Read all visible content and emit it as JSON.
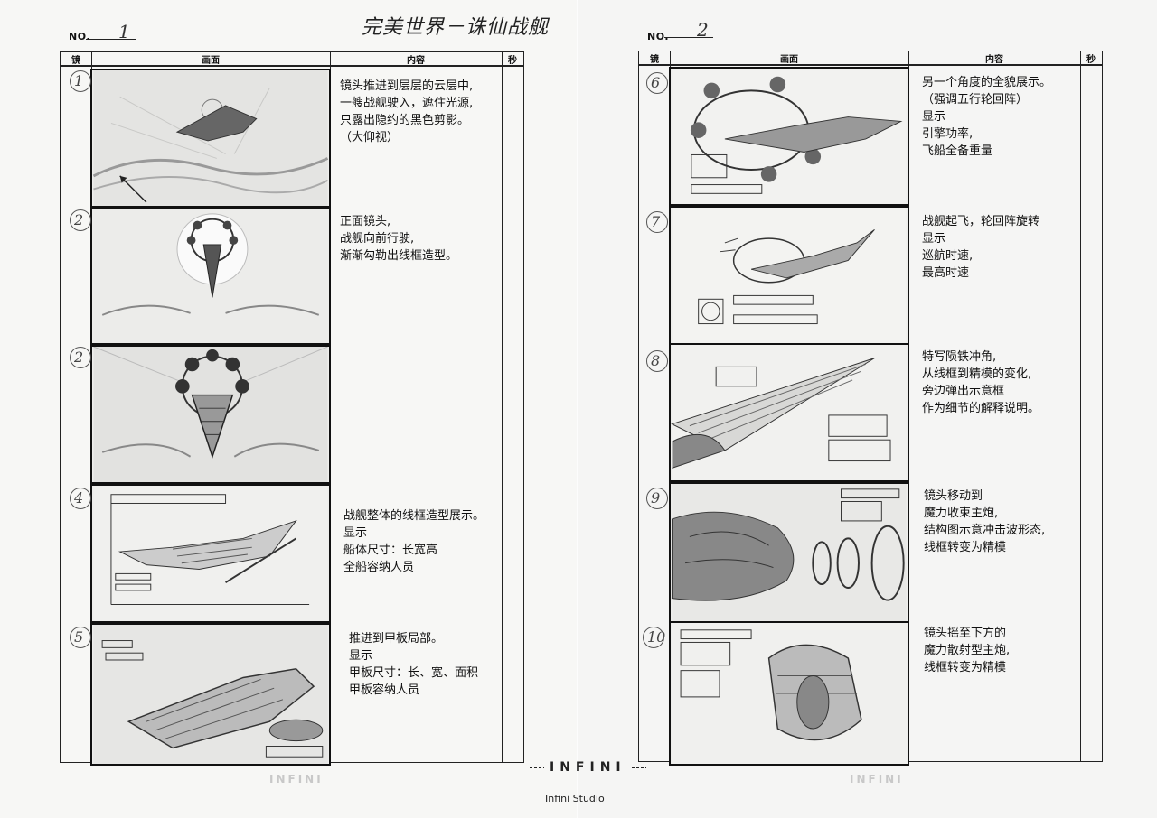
{
  "left_page": {
    "no_label": "NO.",
    "no_value": "1",
    "title": "完美世界－诛仙战舰",
    "headers": {
      "shot": "镜",
      "image": "画面",
      "content": "内容",
      "seconds": "秒"
    },
    "shots": [
      {
        "num": "1",
        "lines": [
          "镜头推进到层层的云层中,",
          "一艘战舰驶入，遮住光源,",
          "只露出隐约的黑色剪影。",
          "（大仰视）"
        ]
      },
      {
        "num": "2",
        "lines": [
          "正面镜头,",
          "战舰向前行驶,",
          "渐渐勾勒出线框造型。"
        ]
      },
      {
        "num": "2",
        "lines": []
      },
      {
        "num": "4",
        "lines": [
          "战舰整体的线框造型展示。",
          "显示",
          "船体尺寸：长宽高",
          "全船容纳人员"
        ]
      },
      {
        "num": "5",
        "lines": [
          "推进到甲板局部。",
          "显示",
          "甲板尺寸：长、宽、面积",
          "甲板容纳人员"
        ]
      }
    ]
  },
  "right_page": {
    "no_label": "NO.",
    "no_value": "2",
    "headers": {
      "shot": "镜",
      "image": "画面",
      "content": "内容",
      "seconds": "秒"
    },
    "shots": [
      {
        "num": "6",
        "lines": [
          "另一个角度的全貌展示。",
          "（强调五行轮回阵）",
          "显示",
          "引擎功率,",
          "飞船全备重量"
        ]
      },
      {
        "num": "7",
        "lines": [
          "战舰起飞，轮回阵旋转",
          "显示",
          "巡航时速,",
          "最高时速"
        ]
      },
      {
        "num": "8",
        "lines": [
          "特写陨铁冲角,",
          "从线框到精模的变化,",
          "旁边弹出示意框",
          "作为细节的解释说明。"
        ]
      },
      {
        "num": "9",
        "lines": [
          "镜头移动到",
          "魔力收束主炮,",
          "结构图示意冲击波形态,",
          "线框转变为精模"
        ]
      },
      {
        "num": "10",
        "lines": [
          "镜头摇至下方的",
          "魔力散射型主炮,",
          "线框转变为精模"
        ]
      }
    ]
  },
  "logo": {
    "mark": "INFINI",
    "studio": "Infini Studio",
    "watermark": "INFINI"
  }
}
